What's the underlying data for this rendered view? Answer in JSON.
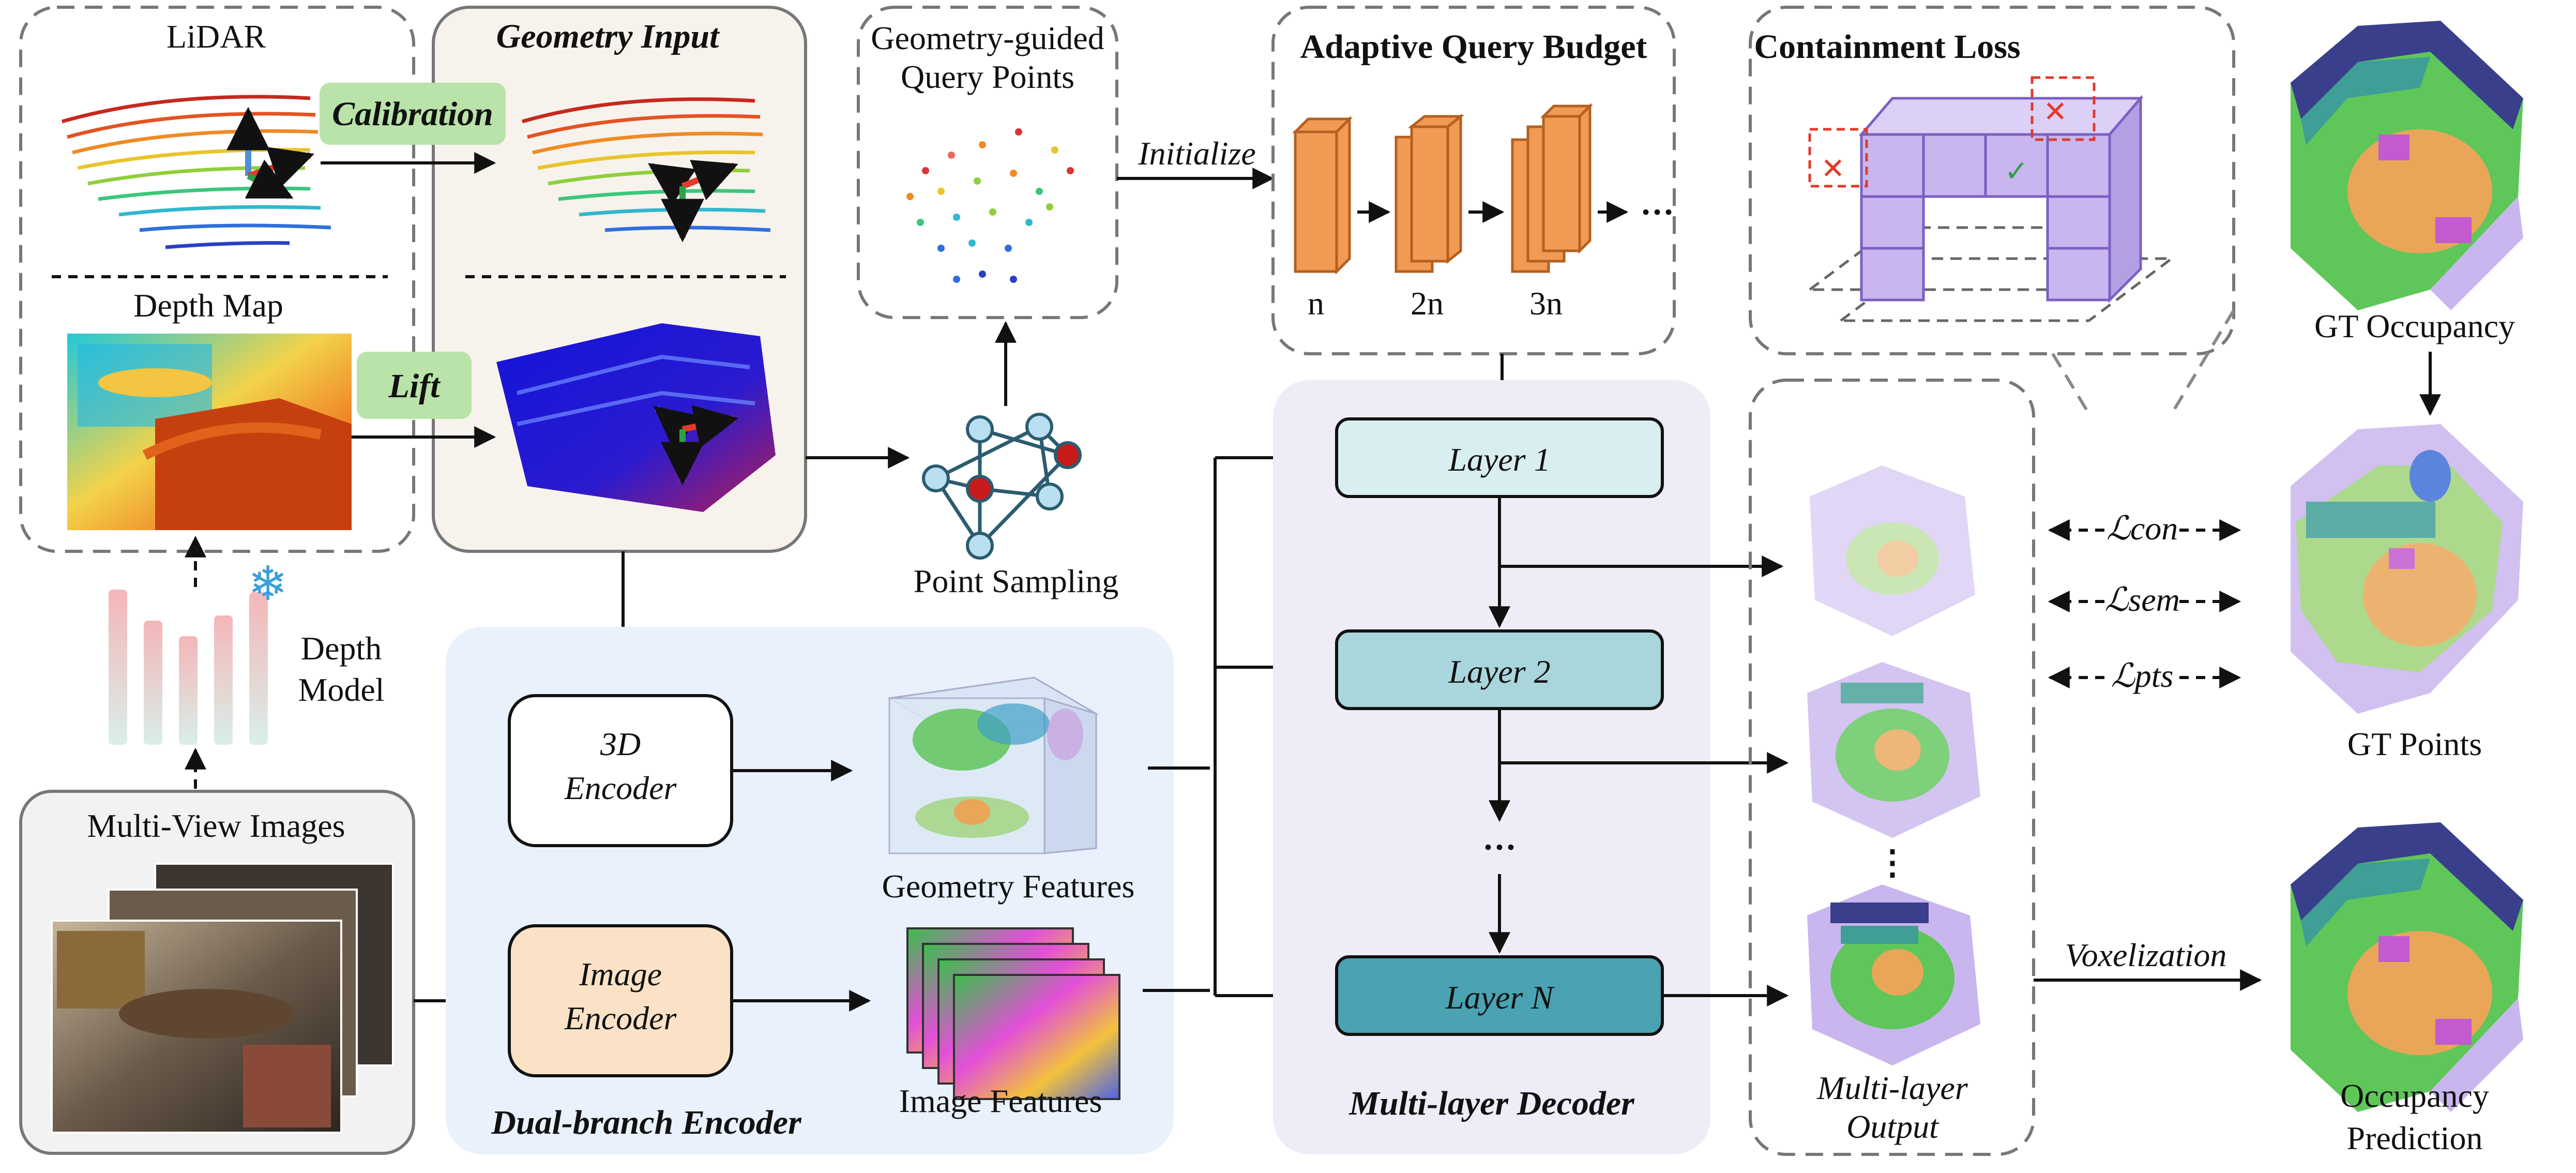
{
  "labels": {
    "lidar": "LiDAR",
    "calibration": "Calibration",
    "geometry_input": "Geometry Input",
    "depth_map": "Depth Map",
    "lift": "Lift",
    "depth_model_1": "Depth",
    "depth_model_2": "Model",
    "multi_view_images": "Multi-View Images",
    "query_points_1": "Geometry-guided",
    "query_points_2": "Query Points",
    "point_sampling": "Point Sampling",
    "initialize": "Initialize",
    "adaptive_query_budget": "Adaptive Query Budget",
    "budget_n": "n",
    "budget_2n": "2n",
    "budget_3n": "3n",
    "budget_more": "···",
    "containment_loss": "Containment Loss",
    "encoder_3d_1": "3D",
    "encoder_3d_2": "Encoder",
    "image_encoder_1": "Image",
    "image_encoder_2": "Encoder",
    "geometry_features": "Geometry Features",
    "image_features": "Image Features",
    "dual_branch_encoder": "Dual-branch Encoder",
    "layer_1": "Layer 1",
    "layer_2": "Layer 2",
    "layer_dots": "···",
    "layer_n": "Layer N",
    "multi_layer_decoder": "Multi-layer Decoder",
    "multi_layer_output_1": "Multi-layer",
    "multi_layer_output_2": "Output",
    "output_dots": "⋮",
    "loss_con": "ℒcon",
    "loss_sem": "ℒsem",
    "loss_pts": "ℒpts",
    "voxelization": "Voxelization",
    "gt_occupancy": "GT Occupancy",
    "gt_points": "GT  Points",
    "occupancy_prediction_1": "Occupancy",
    "occupancy_prediction_2": "Prediction"
  },
  "colors": {
    "geometry_input_bg": "#f7f3ec",
    "budget_bg": "#fdf1e3",
    "containment_bg": "#eaf5f2",
    "encoder_bg": "#e9f1fc",
    "decoder_bg": "#efecf7",
    "layer_light": "#d8eef0",
    "layer_mid": "#a9d6dc",
    "layer_dark": "#4aa2b2",
    "lift_badge": "#b9e3a8",
    "query_block": "#f09a54",
    "voxel_purple": "#c9b6ee",
    "voxel_green": "#5fc65a",
    "voxel_orange": "#e9a658",
    "voxel_teal": "#3f9e96",
    "voxel_navy": "#3a3f8c",
    "voxel_magenta": "#c35ad0"
  }
}
